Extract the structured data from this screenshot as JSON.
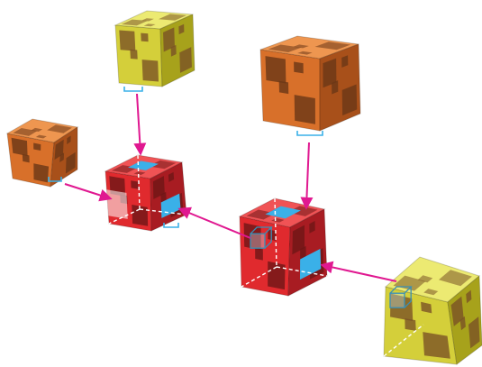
{
  "colors": {
    "yellow": {
      "front": "#d4cf3a",
      "top": "#ecea72",
      "side": "#a7a21b",
      "pattern": "#7a5226"
    },
    "orange": {
      "front": "#d8702a",
      "top": "#ee9650",
      "side": "#a8501a",
      "pattern": "#6a3716"
    },
    "red": {
      "front": "#e02a2e",
      "top": "#f05355",
      "side": "#a81c22",
      "pattern": "#6e1616"
    },
    "connector": "#3ab0e8",
    "arrow": "#e01890",
    "marker": "#3a8fb5",
    "guide": "#ffffff"
  },
  "blocks": [
    {
      "name": "yellow-cube-top",
      "palette": "yellow"
    },
    {
      "name": "orange-cube-top-right",
      "palette": "orange"
    },
    {
      "name": "orange-cube-left",
      "palette": "orange"
    },
    {
      "name": "red-cube-assembly-left",
      "palette": "red"
    },
    {
      "name": "red-cube-assembly-center",
      "palette": "red"
    },
    {
      "name": "yellow-cube-bottom-right",
      "palette": "yellow"
    }
  ],
  "arrows": [
    {
      "name": "arrow-yellow-top-to-red-left",
      "direction": "down"
    },
    {
      "name": "arrow-orange-left-to-red-left",
      "direction": "right"
    },
    {
      "name": "arrow-red-center-to-red-left",
      "direction": "left"
    },
    {
      "name": "arrow-orange-top-to-red-center",
      "direction": "down"
    },
    {
      "name": "arrow-yellow-bottom-to-red-center",
      "direction": "left"
    }
  ]
}
